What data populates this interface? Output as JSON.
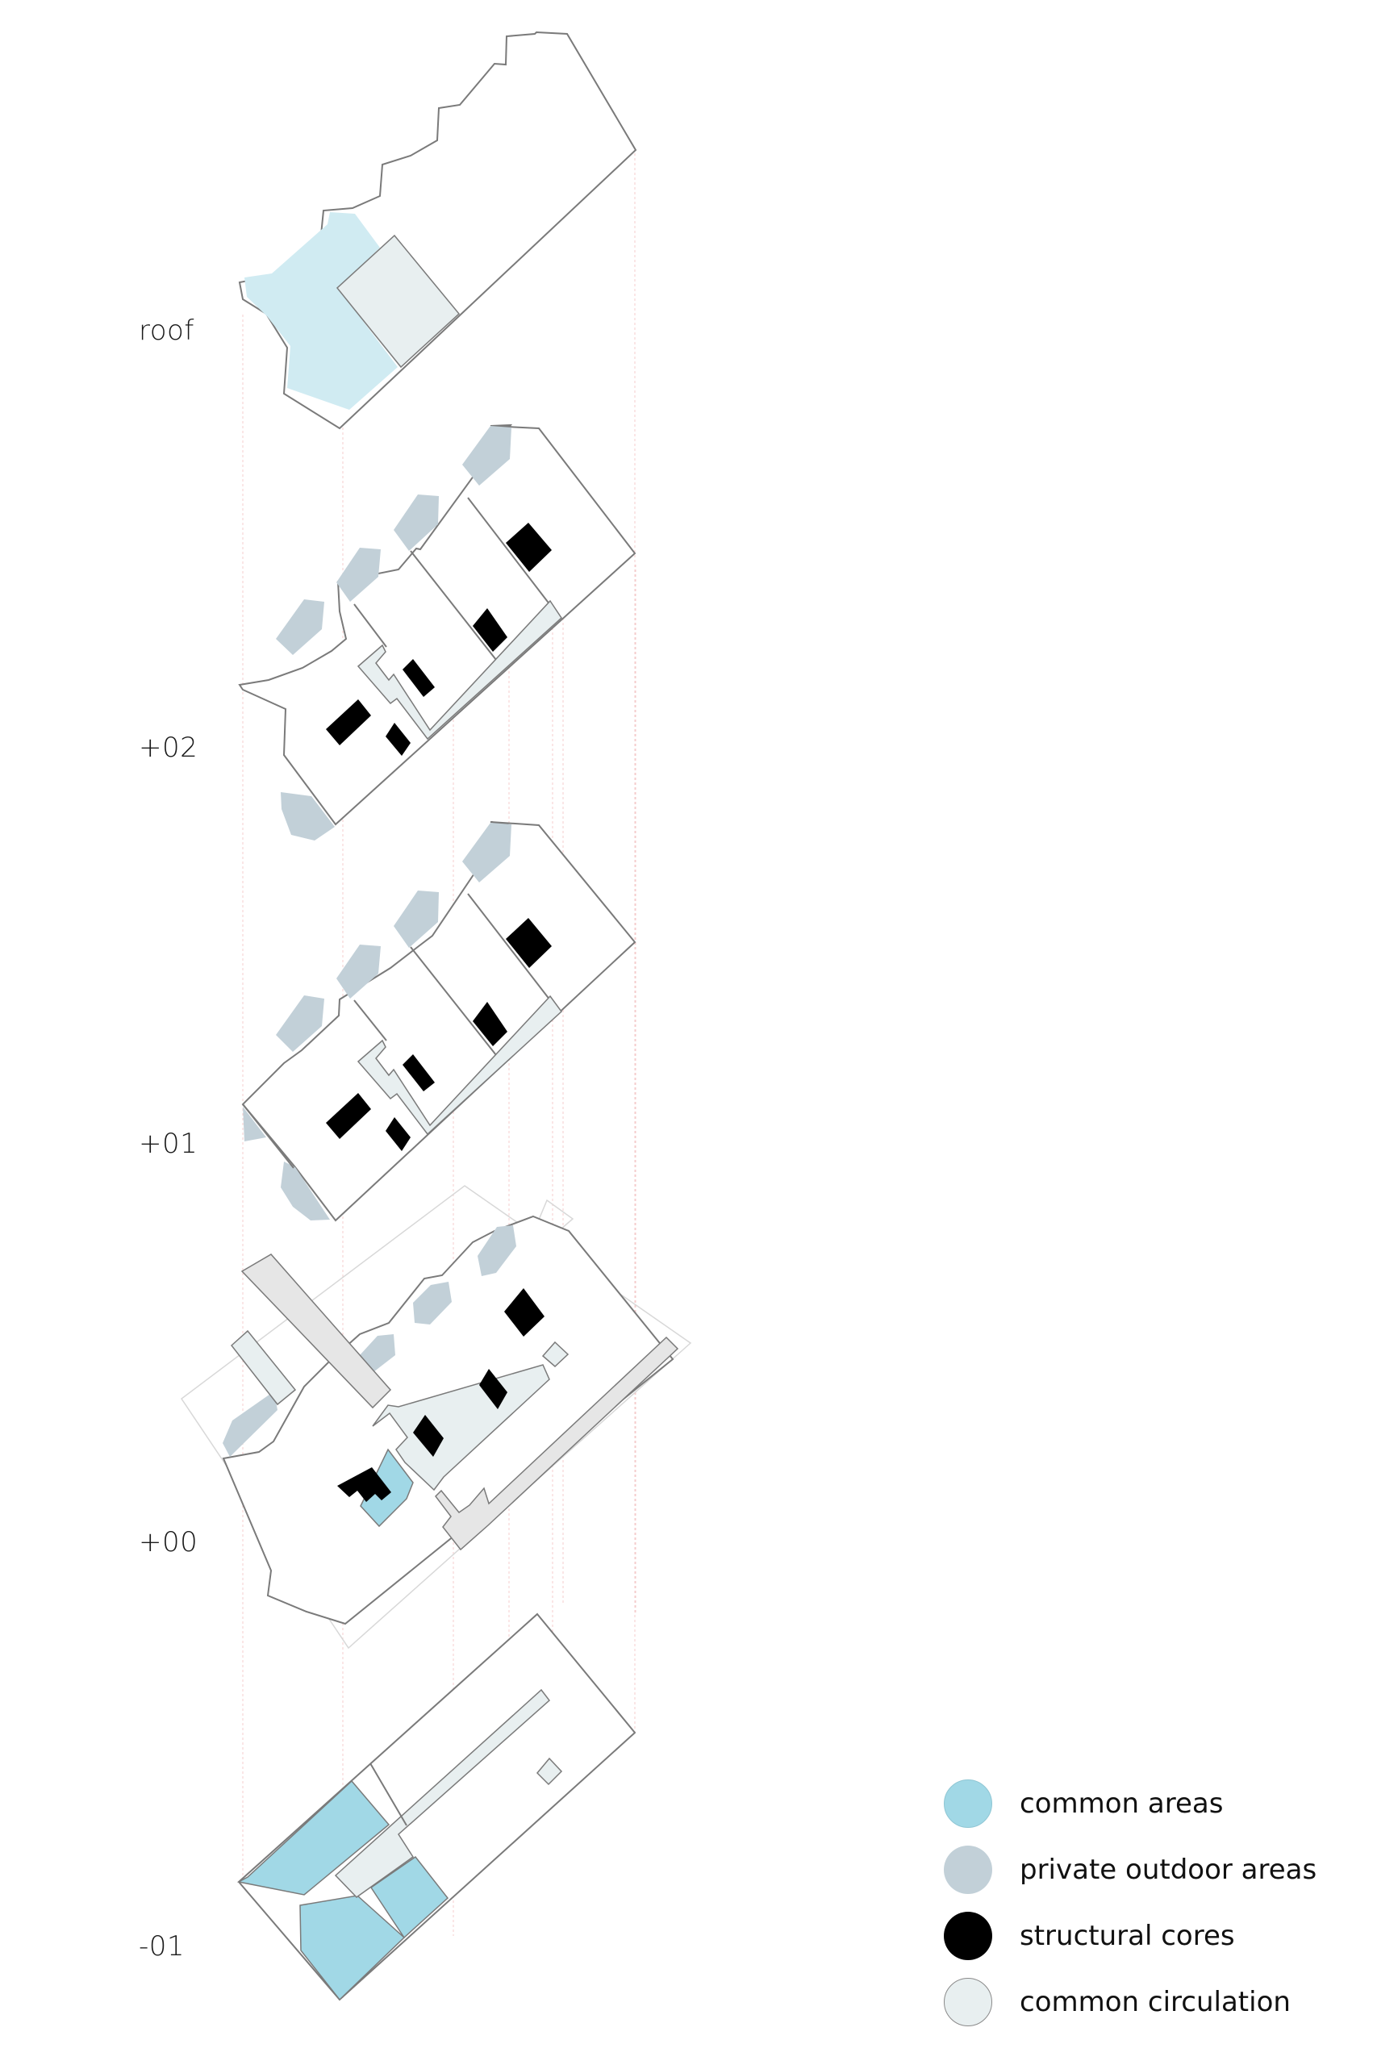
{
  "levels": [
    {
      "id": "roof",
      "label": "roof"
    },
    {
      "id": "plus02",
      "label": "+02"
    },
    {
      "id": "plus01",
      "label": "+01"
    },
    {
      "id": "plus00",
      "label": "+00"
    },
    {
      "id": "minus01",
      "label": "-01"
    }
  ],
  "legend": {
    "items": [
      {
        "label": "common areas",
        "color": "#a1d8e6"
      },
      {
        "label": "private outdoor areas",
        "color": "#c2d0d8"
      },
      {
        "label": "structural cores",
        "color": "#000000"
      },
      {
        "label": "common circulation",
        "color": "#e8eff0"
      }
    ]
  },
  "colors": {
    "common_areas": "#a1d8e6",
    "private_outdoor": "#c2d0d8",
    "structural_cores": "#000000",
    "common_circulation": "#e8eff0",
    "outline": "#7a7a7a"
  }
}
